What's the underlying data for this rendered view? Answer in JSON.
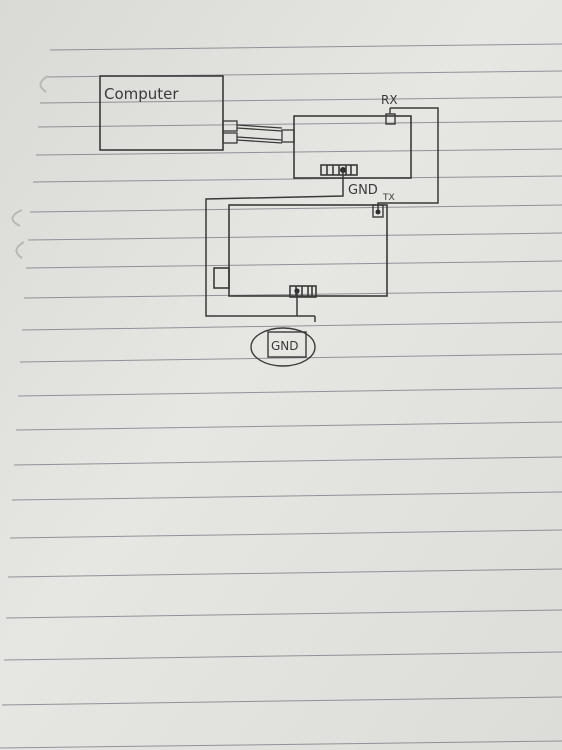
{
  "diagram": {
    "labels": {
      "computer": "Computer",
      "rx": "RX",
      "gnd_top": "GND",
      "tx": "TX",
      "gnd_bottom": "GND"
    }
  },
  "colors": {
    "paper": "#e4e4e0",
    "paper_shadow": "#cfcfcb",
    "rule_line": "#6f7379",
    "ink": "#3a3a3a"
  }
}
